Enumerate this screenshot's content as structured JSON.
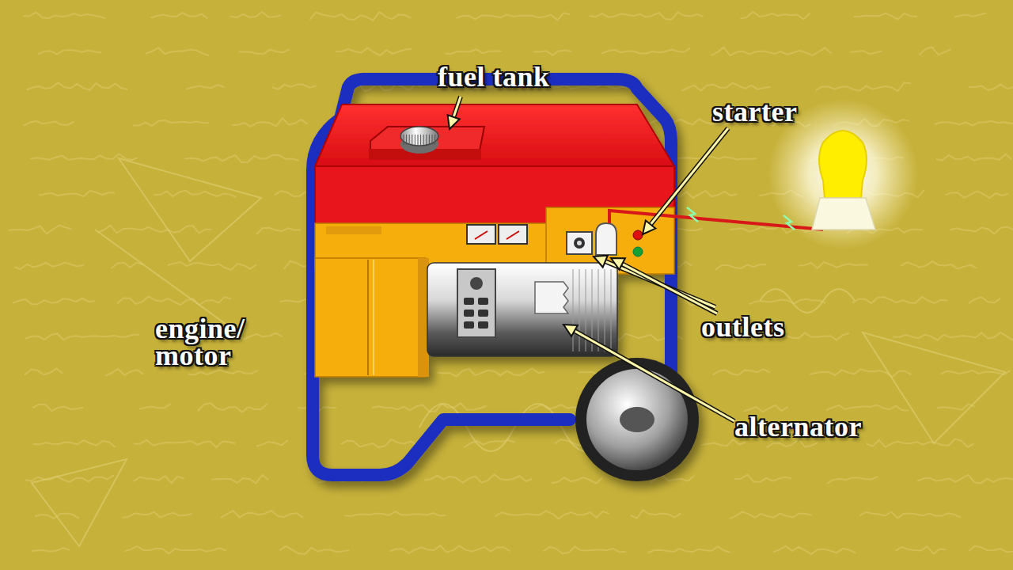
{
  "diagram": {
    "labels": [
      "fuel tank",
      "starter",
      "outlets",
      "engine/ motor",
      "alternator"
    ]
  }
}
